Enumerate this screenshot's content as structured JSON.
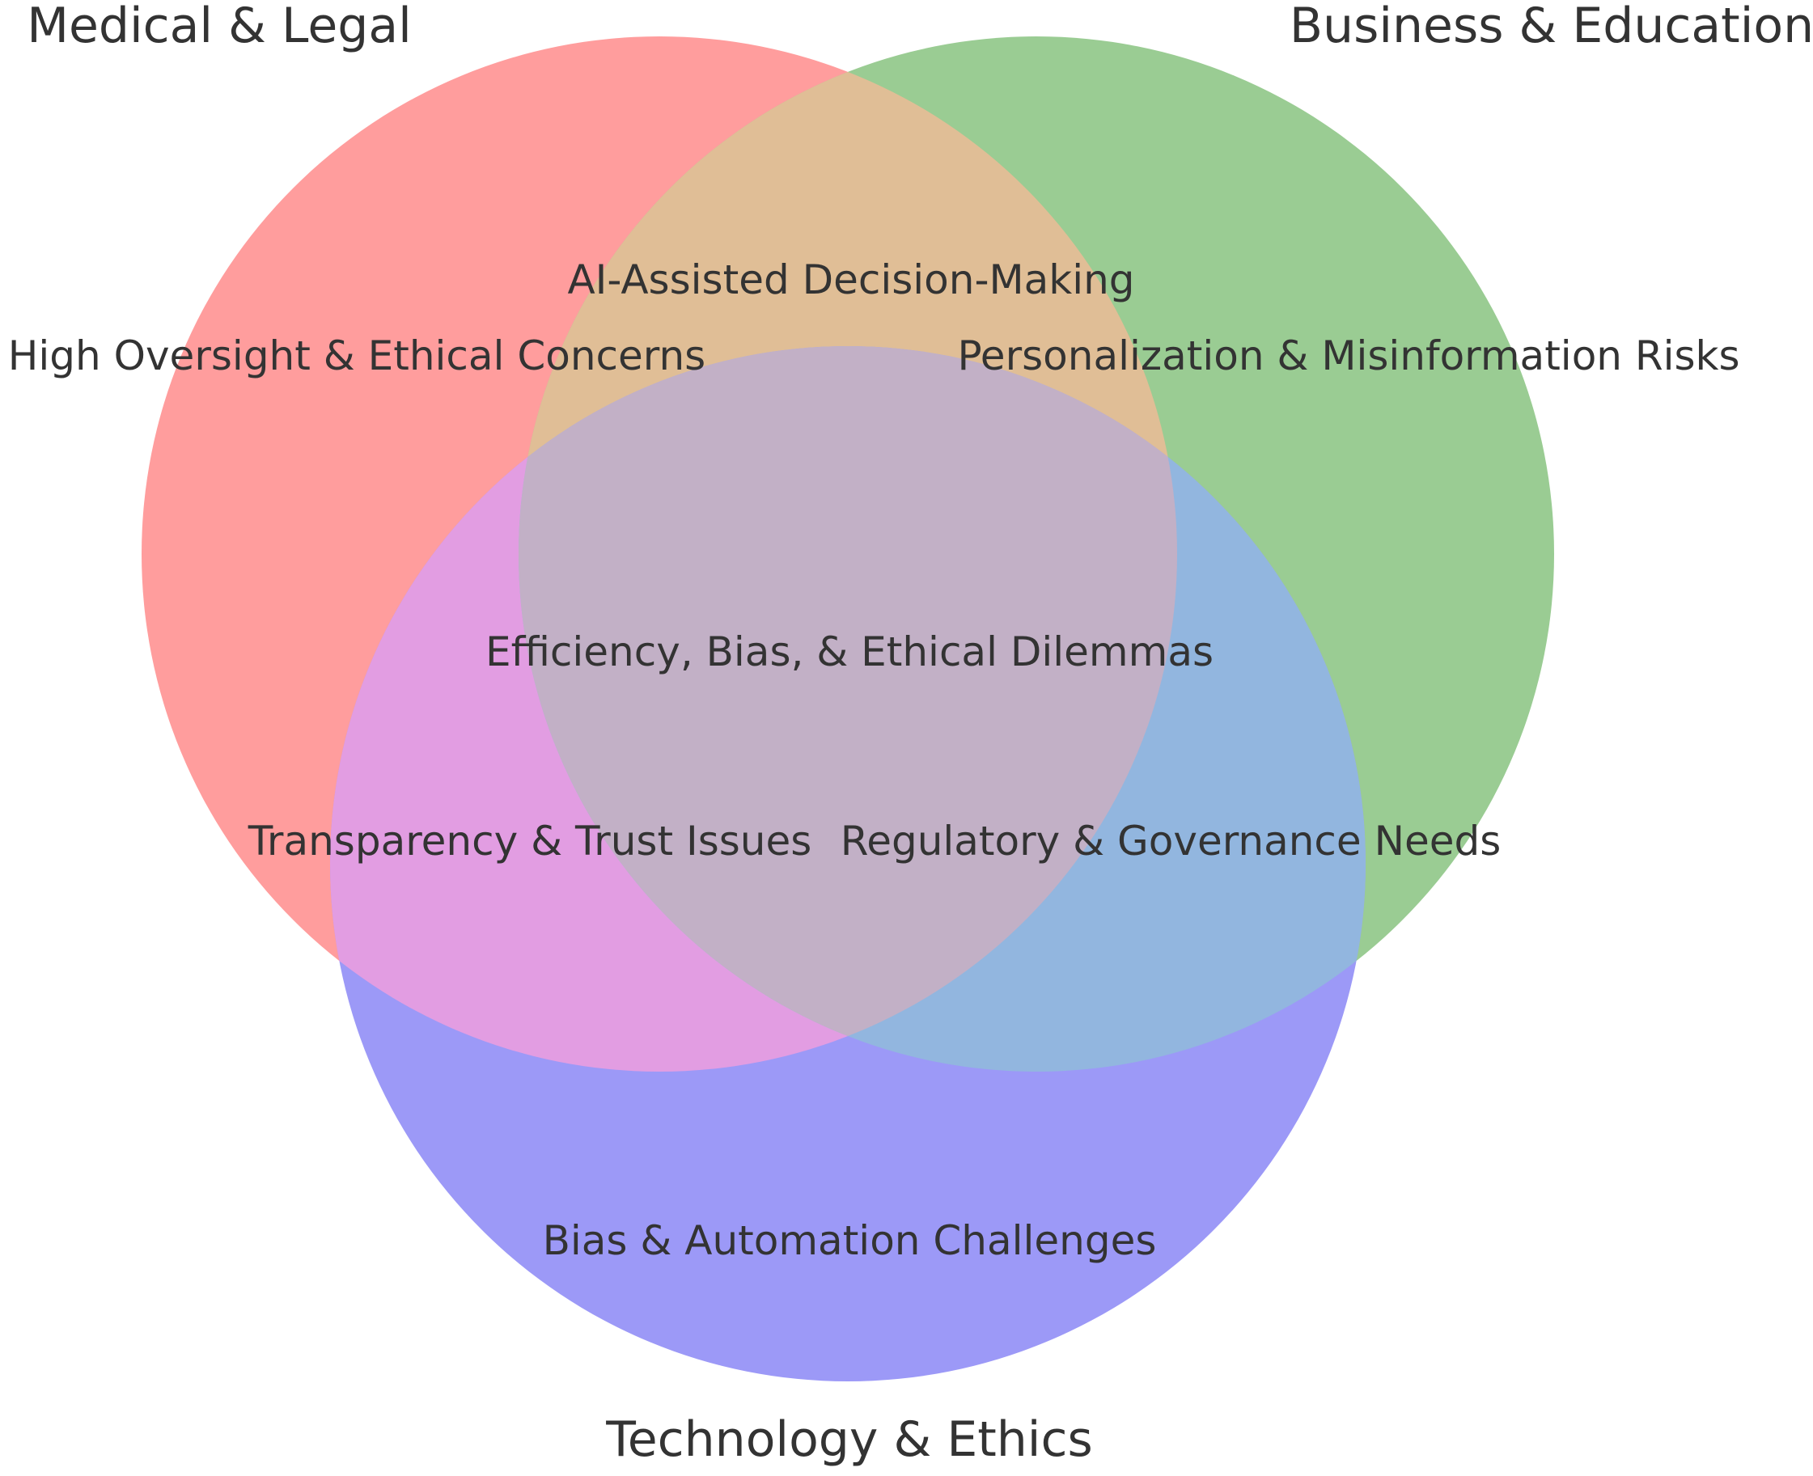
{
  "diagram": {
    "type": "venn3",
    "description": "Three-set Venn diagram about AI ethics across domains"
  },
  "set_labels": {
    "medical_legal": "Medical & Legal",
    "business_education": "Business & Education",
    "technology_ethics": "Technology & Ethics"
  },
  "region_labels": {
    "medical_only": "High Oversight & Ethical Concerns",
    "business_only": "Personalization & Misinformation Risks",
    "technology_only": "Bias & Automation Challenges",
    "medical_business": "AI-Assisted Decision-Making",
    "medical_technology": "Transparency & Trust Issues",
    "business_technology": "Regulatory & Governance Needs",
    "all_three": "Efficiency, Bias, & Ethical Dilemmas"
  },
  "colors": {
    "medical_circle": "#FF9D9D",
    "business_circle": "#9ACC93",
    "technology_circle": "#9C99F7",
    "medical_business_overlap": "#E0BE96",
    "medical_technology_overlap": "#E29DE2",
    "business_technology_overlap": "#92B6DF",
    "center_overlap": "#C2B0C6",
    "label_text": "#333333",
    "background": "#FFFFFF"
  }
}
